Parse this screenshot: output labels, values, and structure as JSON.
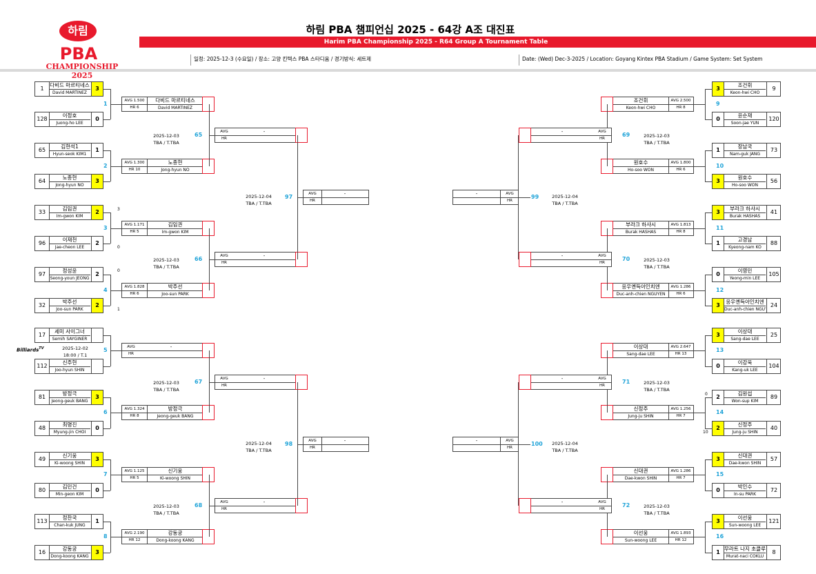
{
  "header": {
    "logo_word": "하림",
    "logo_pba": "PBA",
    "logo_sub": "CHAMPIONSHIP 2025",
    "title": "하림 PBA 챔피언십 2025 - 64강 A조 대진표",
    "subtitle": "Harim PBA Championship 2025 - R64 Group A Tournament Table",
    "info_kr": "일정: 2025-12-3 (수요일) / 장소: 고양 킨텍스 PBA 스타디움 / 경기방식: 세트제",
    "info_en": "Date: (Wed) Dec-3-2025 / Location: Goyang Kintex PBA Stadium / Game System: Set System"
  },
  "labels": {
    "avg": "AVG",
    "hr": "HR",
    "dash": "-",
    "broadcast": "Billiards",
    "broadcast_sup": "TV"
  },
  "r64_left": [
    {
      "seed": "1",
      "kr": "다비드 마르티네스",
      "en": "David MARTINEZ",
      "score": "3",
      "win": true
    },
    {
      "seed": "128",
      "kr": "이정호",
      "en": "Juong-ho LEE",
      "score": "0",
      "win": false
    },
    {
      "seed": "65",
      "kr": "김현석1",
      "en": "Hyun-seok KIM1",
      "score": "1",
      "win": false
    },
    {
      "seed": "64",
      "kr": "노종현",
      "en": "Jong-hyun NO",
      "score": "3",
      "win": true
    },
    {
      "seed": "33",
      "kr": "김임권",
      "en": "Im-gwon KIM",
      "score": "2",
      "win": true
    },
    {
      "seed": "96",
      "kr": "이재천",
      "en": "Jae-cheon LEE",
      "score": "2",
      "win": false
    },
    {
      "seed": "97",
      "kr": "정성윤",
      "en": "Seong-youn JEONG",
      "score": "2",
      "win": false
    },
    {
      "seed": "32",
      "kr": "박주선",
      "en": "Joo-sun PARK",
      "score": "2",
      "win": true
    },
    {
      "seed": "17",
      "kr": "세미 사이그너",
      "en": "Semih SAYGINER",
      "score": "",
      "win": false
    },
    {
      "seed": "112",
      "kr": "신주현",
      "en": "Joo-hyun SHIN",
      "score": "",
      "win": false
    },
    {
      "seed": "81",
      "kr": "방정극",
      "en": "Jeong-geuk BANG",
      "score": "3",
      "win": true
    },
    {
      "seed": "48",
      "kr": "최명진",
      "en": "Myung-jin CHOI",
      "score": "0",
      "win": false
    },
    {
      "seed": "49",
      "kr": "신기웅",
      "en": "Ki-woong SHIN",
      "score": "3",
      "win": true
    },
    {
      "seed": "80",
      "kr": "김민건",
      "en": "Min-geon KIM",
      "score": "0",
      "win": false
    },
    {
      "seed": "113",
      "kr": "정찬국",
      "en": "Chan-kuk JUNG",
      "score": "1",
      "win": false
    },
    {
      "seed": "16",
      "kr": "강동궁",
      "en": "Dong-koong KANG",
      "score": "3",
      "win": true
    }
  ],
  "r64_right": [
    {
      "seed": "9",
      "kr": "조건휘",
      "en": "Keon-hwi CHO",
      "score": "3",
      "win": true
    },
    {
      "seed": "120",
      "kr": "윤순재",
      "en": "Soon-jae YUN",
      "score": "0",
      "win": false
    },
    {
      "seed": "73",
      "kr": "장남국",
      "en": "Nam-guk JANG",
      "score": "1",
      "win": false
    },
    {
      "seed": "56",
      "kr": "원호수",
      "en": "Ho-soo WON",
      "score": "3",
      "win": true
    },
    {
      "seed": "41",
      "kr": "부라크 하샤시",
      "en": "Burak HASHAS",
      "score": "3",
      "win": true
    },
    {
      "seed": "88",
      "kr": "고경남",
      "en": "Kyeong-nam KO",
      "score": "1",
      "win": false
    },
    {
      "seed": "105",
      "kr": "이영민",
      "en": "Yeong-min LEE",
      "score": "0",
      "win": false
    },
    {
      "seed": "24",
      "kr": "응우옌득아인치엔",
      "en": "Duc-anh-chien NGUYEN",
      "score": "3",
      "win": true
    },
    {
      "seed": "25",
      "kr": "이상대",
      "en": "Sang-dae LEE",
      "score": "3",
      "win": true
    },
    {
      "seed": "104",
      "kr": "이강욱",
      "en": "Kang-uk LEE",
      "score": "0",
      "win": false
    },
    {
      "seed": "89",
      "kr": "김원섭",
      "en": "Won-sup KIM",
      "score": "2",
      "win": false
    },
    {
      "seed": "40",
      "kr": "신정주",
      "en": "Jung-ju SHIN",
      "score": "2",
      "win": true
    },
    {
      "seed": "57",
      "kr": "신대권",
      "en": "Dae-kwon SHIN",
      "score": "3",
      "win": true
    },
    {
      "seed": "72",
      "kr": "박인수",
      "en": "In-su PARK",
      "score": "0",
      "win": false
    },
    {
      "seed": "121",
      "kr": "이선웅",
      "en": "Sun-woong LEE",
      "score": "3",
      "win": true
    },
    {
      "seed": "8",
      "kr": "무라트 나지 초클루",
      "en": "Murat-naci COKLU",
      "score": "1",
      "win": false
    }
  ],
  "r64_match_nums_left": [
    "1",
    "2",
    "3",
    "4",
    "5",
    "6",
    "7",
    "8"
  ],
  "r64_match_nums_right": [
    "9",
    "10",
    "11",
    "12",
    "13",
    "14",
    "15",
    "16"
  ],
  "set_sides": [
    "3",
    "0",
    "0",
    "1",
    "0",
    "10"
  ],
  "r32_left": [
    {
      "avg": "AVG 1.500",
      "hr": "HR 6",
      "kr": "다비드 마르티네스",
      "en": "David MARTINEZ"
    },
    {
      "avg": "AVG 1.300",
      "hr": "HR 10",
      "kr": "노종현",
      "en": "Jong-hyun NO"
    },
    {
      "avg": "AVG 1.171",
      "hr": "HR 5",
      "kr": "김임권",
      "en": "Im-gwon KIM"
    },
    {
      "avg": "AVG 1.828",
      "hr": "HR 6",
      "kr": "박주선",
      "en": "Joo-sun PARK"
    },
    {
      "avg": "AVG",
      "hr": "HR",
      "kr": "-",
      "en": ""
    },
    {
      "avg": "AVG 1.324",
      "hr": "HR 8",
      "kr": "방정극",
      "en": "Jeong-geuk BANG"
    },
    {
      "avg": "AVG 1.125",
      "hr": "HR 5",
      "kr": "신기웅",
      "en": "Ki-woong SHIN"
    },
    {
      "avg": "AVG 2.190",
      "hr": "HR 12",
      "kr": "강동궁",
      "en": "Dong-koong KANG"
    }
  ],
  "r32_right": [
    {
      "avg": "AVG 2.500",
      "hr": "HR 8",
      "kr": "조건휘",
      "en": "Keon-hwi CHO"
    },
    {
      "avg": "AVG 1.800",
      "hr": "HR 6",
      "kr": "원호수",
      "en": "Ho-soo WON"
    },
    {
      "avg": "AVG 1.813",
      "hr": "HR 8",
      "kr": "부라크 하샤시",
      "en": "Burak HASHAS"
    },
    {
      "avg": "AVG 1.286",
      "hr": "HR 6",
      "kr": "응우옌득아인치엔",
      "en": "Duc-anh-chien NGUYEN"
    },
    {
      "avg": "AVG 2.647",
      "hr": "HR 13",
      "kr": "이상대",
      "en": "Sang-dae LEE"
    },
    {
      "avg": "AVG 1.256",
      "hr": "HR 7",
      "kr": "신정주",
      "en": "Jung-ju SHIN"
    },
    {
      "avg": "AVG 1.286",
      "hr": "HR 7",
      "kr": "신대권",
      "en": "Dae-kwon SHIN"
    },
    {
      "avg": "AVG 1.893",
      "hr": "HR 12",
      "kr": "이선웅",
      "en": "Sun-woong LEE"
    }
  ],
  "r32_matches_left": [
    {
      "num": "65",
      "date": "2025-12-03",
      "time": "TBA / T.TBA"
    },
    {
      "num": "66",
      "date": "2025-12-03",
      "time": "TBA / T.TBA"
    },
    {
      "num": "67",
      "date": "2025-12-03",
      "time": "TBA / T.TBA"
    },
    {
      "num": "68",
      "date": "2025-12-03",
      "time": "TBA / T.TBA"
    }
  ],
  "r32_matches_right": [
    {
      "num": "69",
      "date": "2025-12-03",
      "time": "TBA / T.TBA"
    },
    {
      "num": "70",
      "date": "2025-12-03",
      "time": "TBA / T.TBA"
    },
    {
      "num": "71",
      "date": "2025-12-03",
      "time": "TBA / T.TBA"
    },
    {
      "num": "72",
      "date": "2025-12-03",
      "time": "TBA / T.TBA"
    }
  ],
  "r16_matches_left": [
    {
      "num": "97",
      "date": "2025-12-04",
      "time": "TBA / T.TBA"
    },
    {
      "num": "98",
      "date": "2025-12-04",
      "time": "TBA / T.TBA"
    }
  ],
  "r16_matches_right": [
    {
      "num": "99",
      "date": "2025-12-04",
      "time": "TBA / T.TBA"
    },
    {
      "num": "100",
      "date": "2025-12-04",
      "time": "TBA / T.TBA"
    }
  ],
  "match5": {
    "date": "2025-12-02",
    "time": "18:00 / T.1"
  }
}
